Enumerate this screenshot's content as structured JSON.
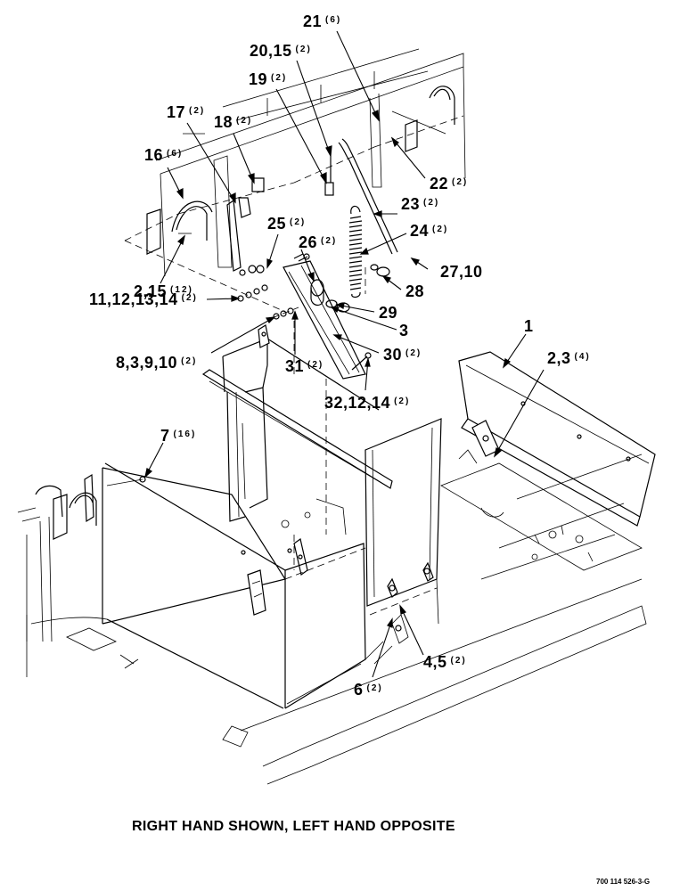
{
  "diagram": {
    "caption": "RIGHT HAND SHOWN, LEFT HAND OPPOSITE",
    "drawing_number": "700 114 526-3-G",
    "callouts": [
      {
        "id": "c21",
        "number": "21",
        "qty": "(6)"
      },
      {
        "id": "c20",
        "number": "20,15",
        "qty": "(2)"
      },
      {
        "id": "c19",
        "number": "19",
        "qty": "(2)"
      },
      {
        "id": "c17",
        "number": "17",
        "qty": "(2)"
      },
      {
        "id": "c18",
        "number": "18",
        "qty": "(2)"
      },
      {
        "id": "c16",
        "number": "16",
        "qty": "(6)"
      },
      {
        "id": "c22",
        "number": "22",
        "qty": "(2)"
      },
      {
        "id": "c23",
        "number": "23",
        "qty": "(2)"
      },
      {
        "id": "c25",
        "number": "25",
        "qty": "(2)"
      },
      {
        "id": "c24",
        "number": "24",
        "qty": "(2)"
      },
      {
        "id": "c26",
        "number": "26",
        "qty": "(2)"
      },
      {
        "id": "c27",
        "number": "27,10",
        "qty": ""
      },
      {
        "id": "c215",
        "number": "2,15",
        "qty": "(12)"
      },
      {
        "id": "c28",
        "number": "28",
        "qty": ""
      },
      {
        "id": "c11",
        "number": "11,12,13,14",
        "qty": "(2)"
      },
      {
        "id": "c29",
        "number": "29",
        "qty": ""
      },
      {
        "id": "c3",
        "number": "3",
        "qty": ""
      },
      {
        "id": "c1",
        "number": "1",
        "qty": ""
      },
      {
        "id": "c8",
        "number": "8,3,9,10",
        "qty": "(2)"
      },
      {
        "id": "c31",
        "number": "31",
        "qty": "(2)"
      },
      {
        "id": "c30",
        "number": "30",
        "qty": "(2)"
      },
      {
        "id": "c23b",
        "number": "2,3",
        "qty": "(4)"
      },
      {
        "id": "c32",
        "number": "32,12,14",
        "qty": "(2)"
      },
      {
        "id": "c7",
        "number": "7",
        "qty": "(16)"
      },
      {
        "id": "c45",
        "number": "4,5",
        "qty": "(2)"
      },
      {
        "id": "c6",
        "number": "6",
        "qty": "(2)"
      }
    ]
  }
}
